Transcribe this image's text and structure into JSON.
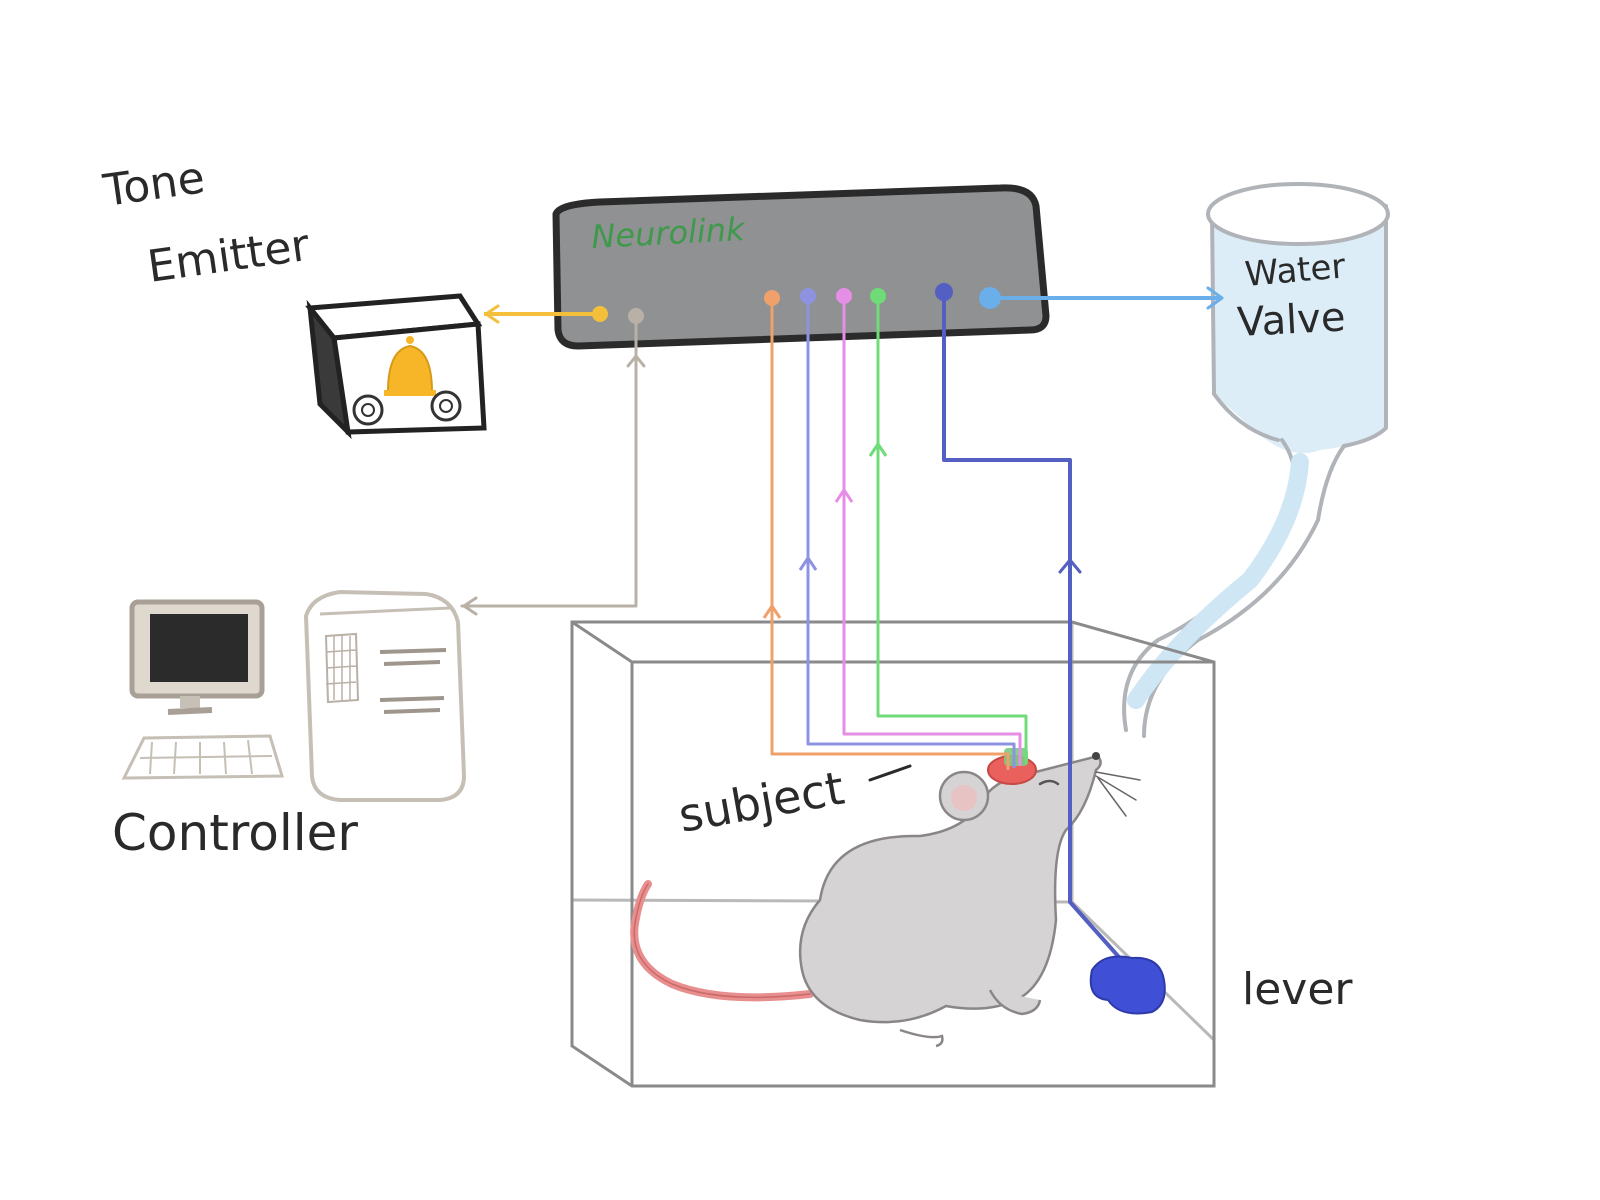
{
  "labels": {
    "tone_emitter_line1": "Tone",
    "tone_emitter_line2": "Emitter",
    "neurolink": "Neurolink",
    "water_line1": "Water",
    "water_line2": "Valve",
    "controller": "Controller",
    "subject": "subject",
    "lever": "lever"
  },
  "colors": {
    "hub_fill": "#8f9192",
    "hub_stroke": "#2b2b2b",
    "tone": "#f4c03c",
    "controller_link": "#b9b0a6",
    "orange": "#f0a06a",
    "blue": "#8d93e0",
    "pink": "#e58ee6",
    "green": "#6fdc77",
    "navy": "#545fc2",
    "water": "#6aaeea",
    "rat": "#d6d3d4",
    "tail": "#e98e8e",
    "brain": "#e9605c",
    "lever": "#3f4fd6"
  }
}
